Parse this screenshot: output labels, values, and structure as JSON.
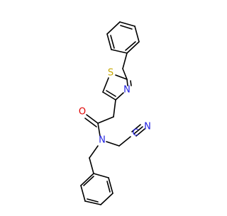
{
  "molecule": {
    "atoms": {
      "sulfur": {
        "symbol": "S",
        "color": "#c6a800"
      },
      "thiazole_nitrogen": {
        "symbol": "N",
        "color": "#1f1fe0"
      },
      "amide_oxygen": {
        "symbol": "O",
        "color": "#e00000"
      },
      "amide_nitrogen": {
        "symbol": "N",
        "color": "#1f1fe0"
      },
      "nitrile_carbon": {
        "symbol": "C",
        "color": "#1f1fe0"
      },
      "nitrile_nitrogen": {
        "symbol": "N",
        "color": "#1f1fe0"
      }
    },
    "colors": {
      "bond": "#000000",
      "background": "#ffffff"
    }
  }
}
